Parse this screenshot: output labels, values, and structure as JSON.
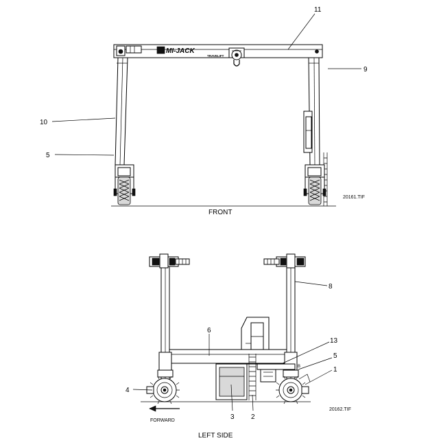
{
  "front_view": {
    "caption": "FRONT",
    "file_id": "20161.TIF",
    "brand_text": "MI-JACK",
    "brand_sub": "TRAVELIFT",
    "callouts": [
      "11",
      "9",
      "10",
      "5"
    ]
  },
  "side_view": {
    "caption": "LEFT SIDE",
    "file_id": "20162.TIF",
    "direction_label": "FORWARD",
    "plate_letter": "B",
    "callouts": [
      "8",
      "6",
      "13",
      "5",
      "1",
      "4",
      "3",
      "2"
    ]
  },
  "colors": {
    "line": "#000000",
    "background": "#ffffff",
    "shade": "#d9d9d9"
  }
}
